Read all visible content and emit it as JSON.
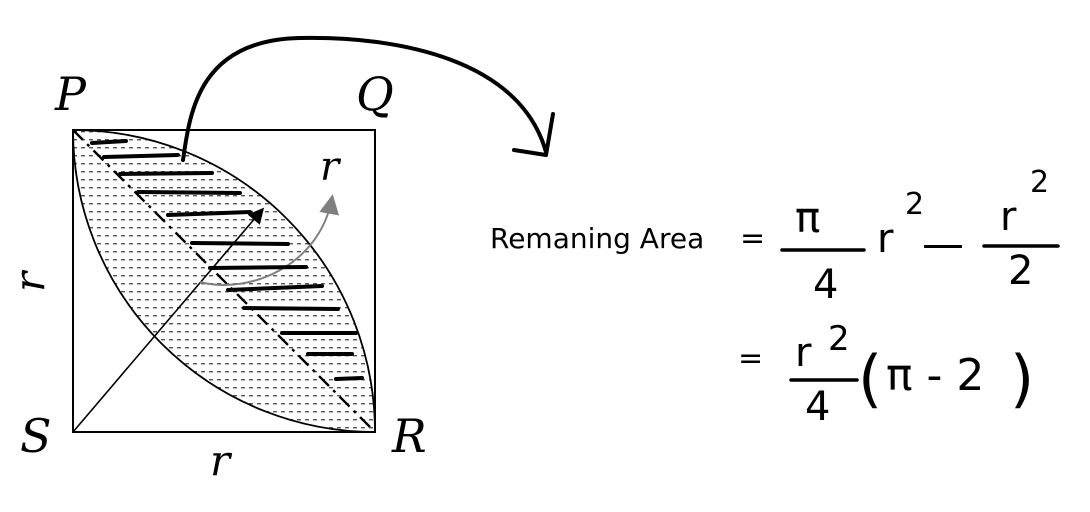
{
  "diagram": {
    "vertices": {
      "p": "P",
      "q": "Q",
      "r": "R",
      "s": "S"
    },
    "side_left": "r",
    "side_bottom": "r",
    "radius_label": "r"
  },
  "equation": {
    "lhs": "Remaning Area",
    "eq1": "=",
    "term1_num": "π",
    "term1_den": "4",
    "term1_var": "r",
    "term1_exp": "2",
    "minus": "—",
    "term2_num": "r",
    "term2_num_exp": "2",
    "term2_den": "2",
    "eq2": "=",
    "res_num": "r",
    "res_num_exp": "2",
    "res_den": "4",
    "paren_open": "(",
    "paren_inner": "π - 2",
    "paren_close": ")"
  },
  "colors": {
    "ink": "#000000",
    "arrow_gray": "#808080"
  }
}
